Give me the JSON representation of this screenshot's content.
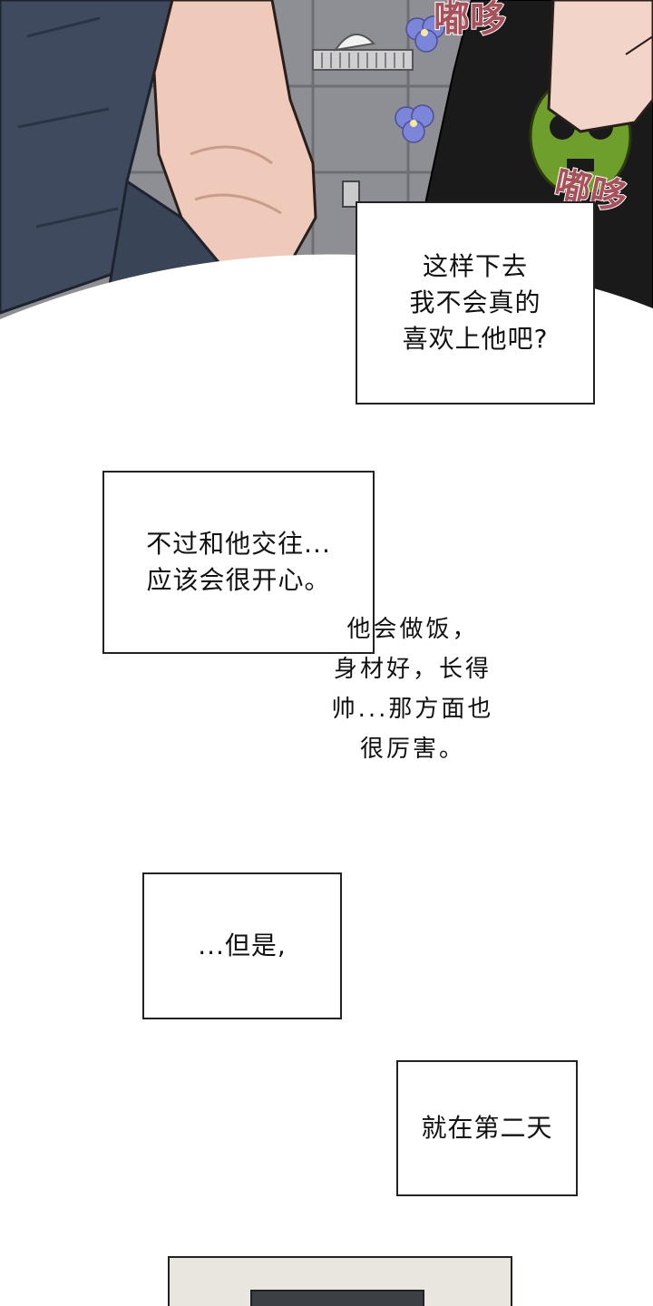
{
  "panel_top": {
    "sfx_1": "嘟哆",
    "sfx_2": "嘟哆"
  },
  "captions": {
    "box_1": [
      "这样下去",
      "我不会真的",
      "喜欢上他吧?"
    ],
    "box_2": [
      "不过和他交往...",
      "应该会很开心。"
    ],
    "free_text": [
      "他会做饭，",
      "身材好，长得",
      "帅...那方面也",
      "很厉害。"
    ],
    "box_3": "...但是,",
    "box_4": "就在第二天"
  },
  "colors": {
    "sfx": "#a8515a",
    "wall_tile": "#8e8f94",
    "shirt_blue": "#3f4a5e",
    "skin": "#efc9b9",
    "black_shirt": "#1a1a1a",
    "skull_green": "#6f9f2b"
  }
}
